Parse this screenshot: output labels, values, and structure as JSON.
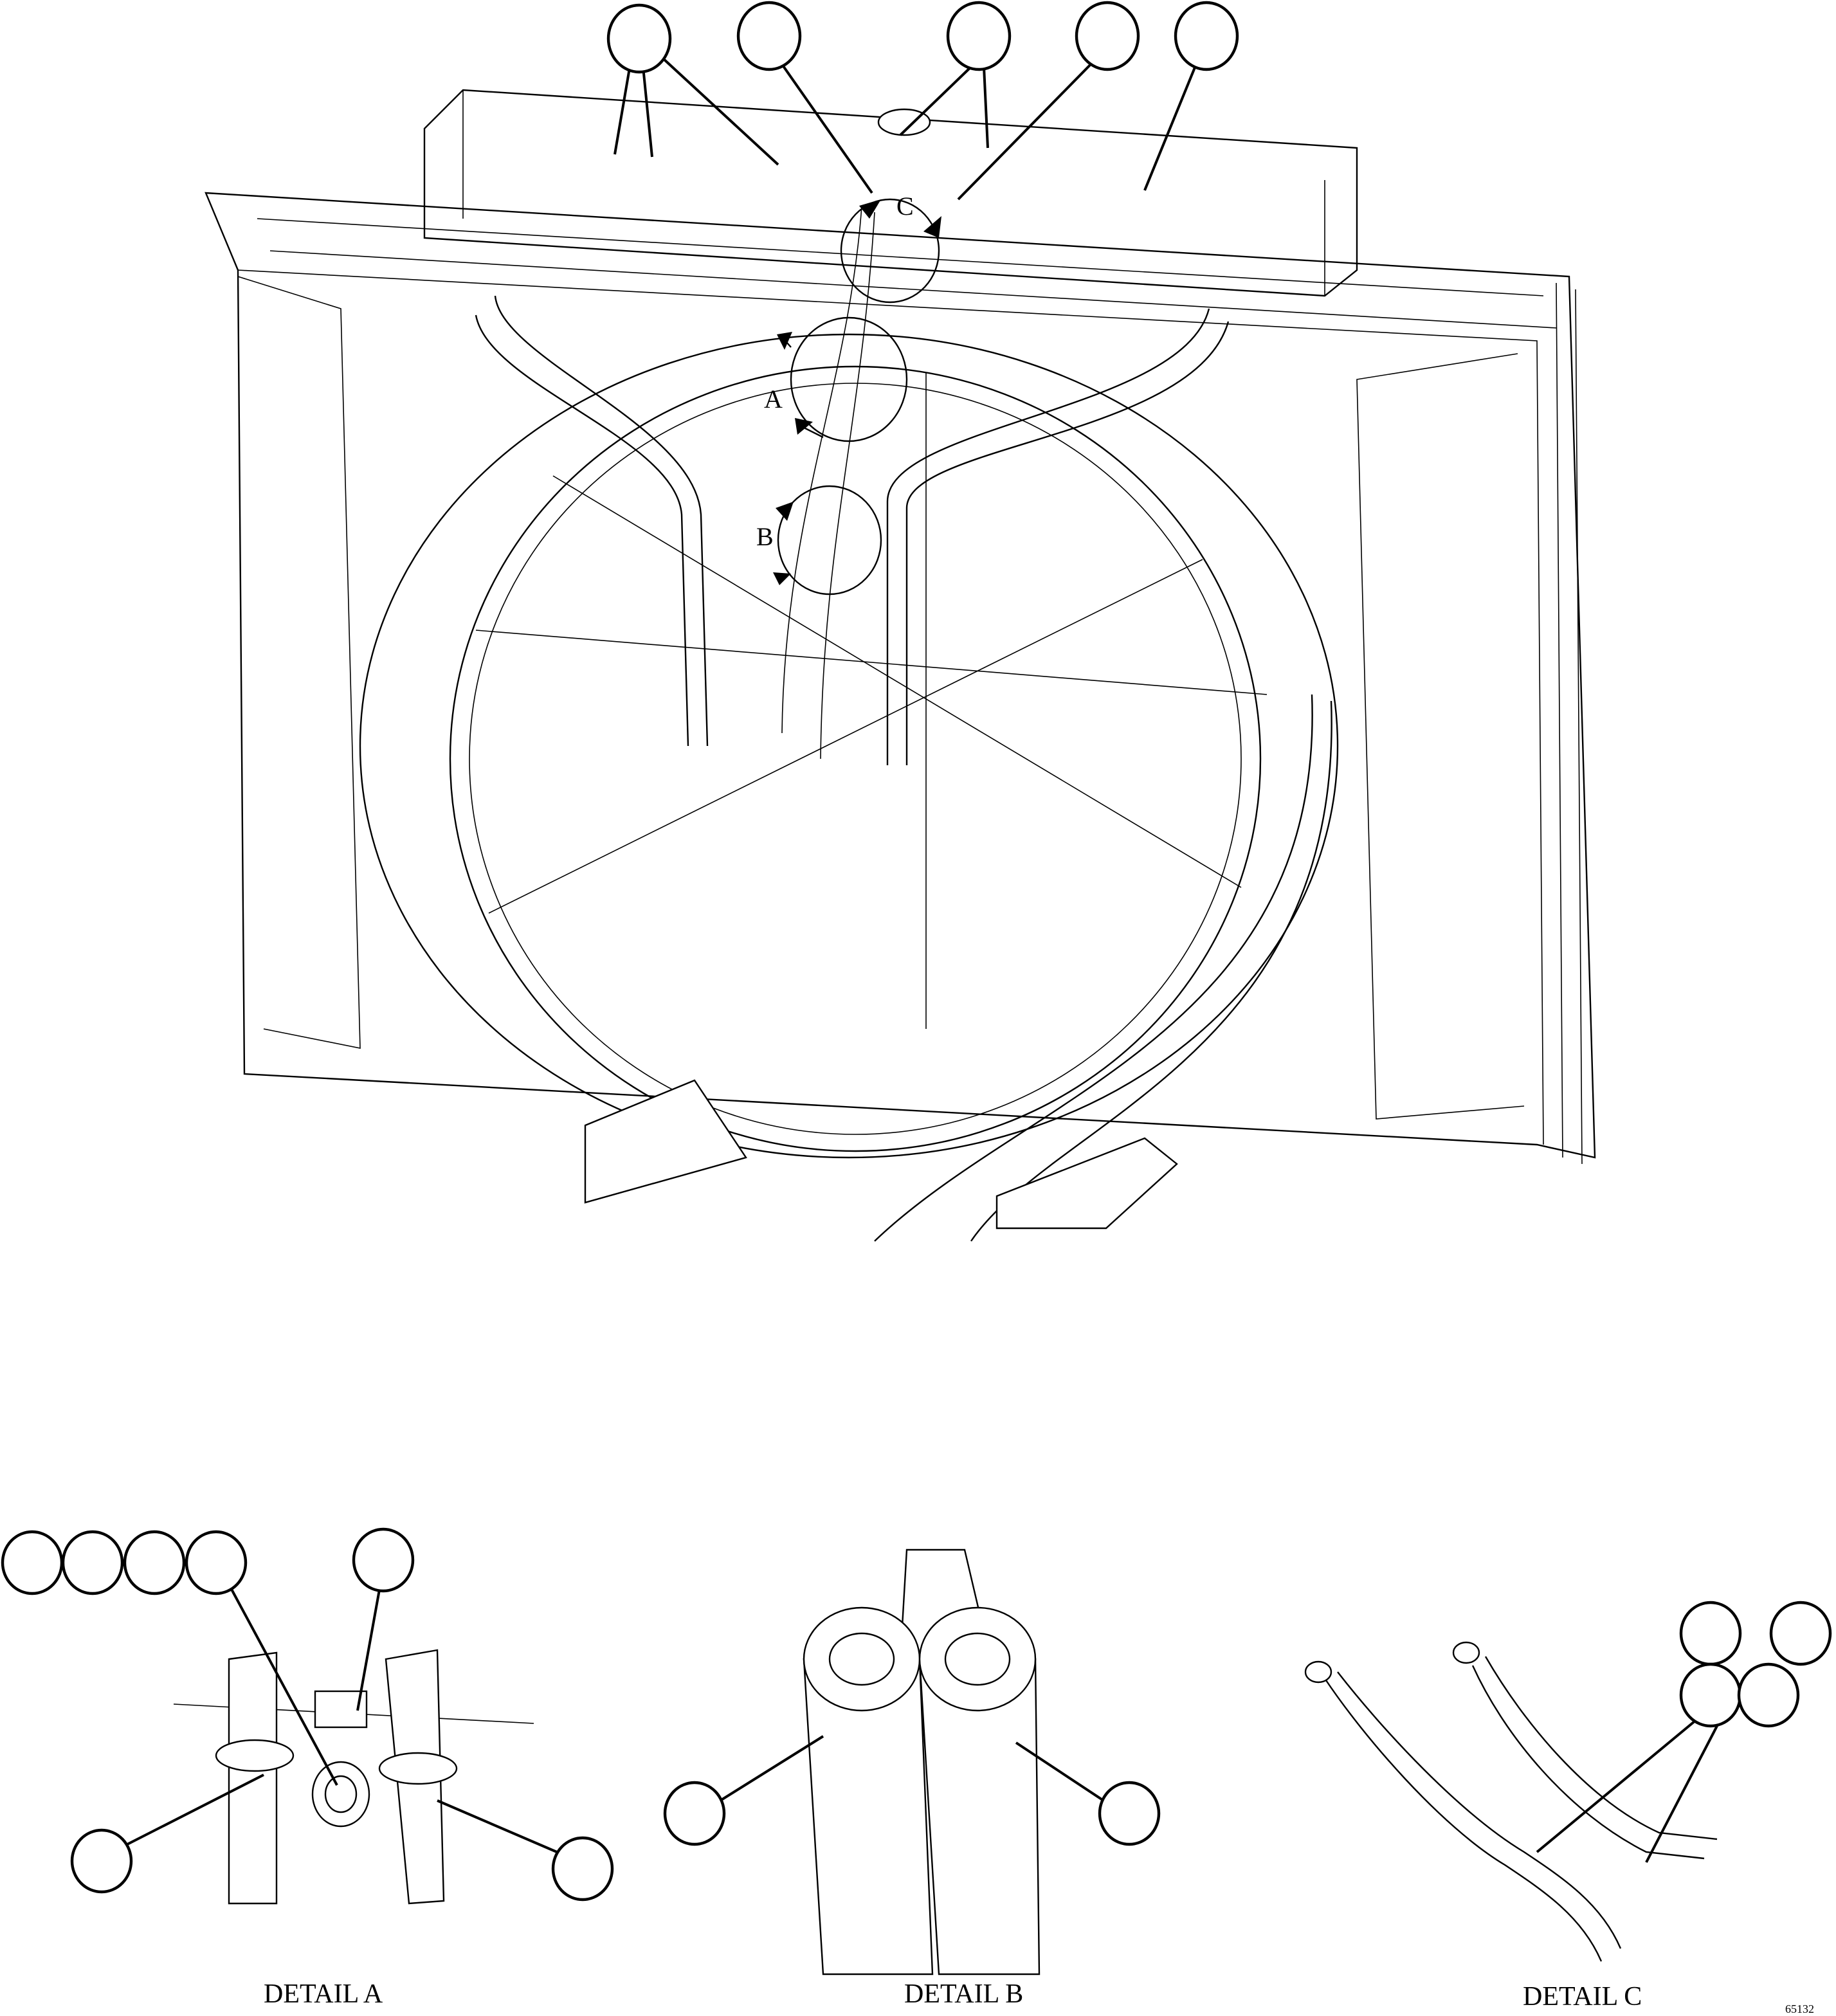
{
  "view_labels": {
    "a": "A",
    "b": "B",
    "c": "C"
  },
  "details": {
    "a": "DETAIL A",
    "b": "DETAIL B",
    "c": "DETAIL C"
  },
  "figure_number": "65132"
}
